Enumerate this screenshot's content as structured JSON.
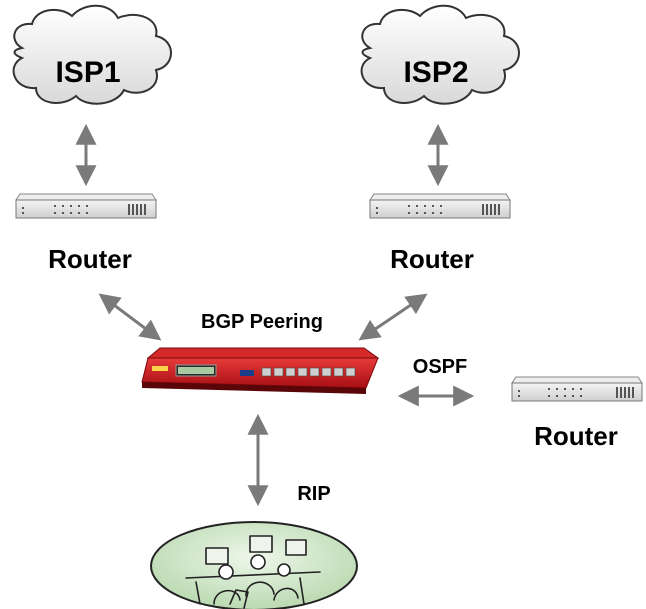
{
  "clouds": [
    {
      "label": "ISP1"
    },
    {
      "label": "ISP2"
    }
  ],
  "routers": [
    {
      "label": "Router"
    },
    {
      "label": "Router"
    },
    {
      "label": "Router"
    }
  ],
  "links": {
    "bgp": "BGP Peering",
    "ospf": "OSPF",
    "rip": "RIP"
  },
  "colors": {
    "arrow": "#7a7a7a",
    "firewall": "#c8161d",
    "router_body": "#e6e6e6",
    "lan_fill": "#cfe6c8"
  }
}
